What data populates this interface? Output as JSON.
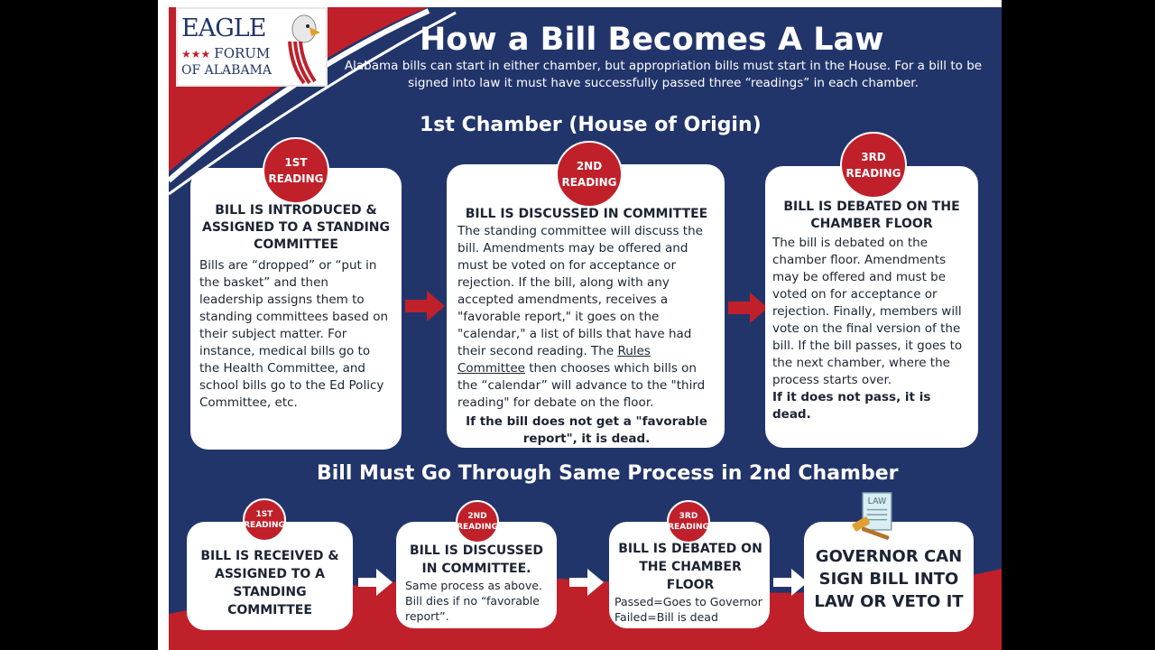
{
  "header": {
    "logo_line1": "EAGLE",
    "logo_stars": "★★★",
    "logo_line2": "FORUM",
    "logo_line3": "OF ALABAMA",
    "title": "How a Bill Becomes A Law",
    "subtitle": "Alabama bills can start in either chamber, but appropriation bills must start in the House.  For a bill to be signed into law it must have successfully passed three “readings” in each chamber."
  },
  "chamber1": {
    "heading": "1st Chamber (House of Origin)",
    "steps": [
      {
        "badge_num": "1ST",
        "badge_word": "READING",
        "title": "BILL IS INTRODUCED & ASSIGNED TO A STANDING COMMITTEE",
        "body": "Bills are “dropped” or “put in the basket” and then leadership assigns them to standing committees based on their subject matter. For instance, medical bills go to the Health Committee, and school bills go to the Ed Policy Committee, etc."
      },
      {
        "badge_num": "2ND",
        "badge_word": "READING",
        "title": "BILL IS DISCUSSED IN COMMITTEE",
        "body_a": "The standing committee will discuss the bill. Amendments may be offered and must be voted on for acceptance or rejection. If the bill, along with any accepted amendments, receives a \"favorable report,\" it goes on the \"calendar,\" a list of bills that have had their second reading. The ",
        "body_link": "Rules Committee",
        "body_b": " then chooses which bills on the “calendar” will advance to the \"third reading\" for debate on the floor.",
        "dead": "If the bill does not get a \"favorable report\", it is dead."
      },
      {
        "badge_num": "3RD",
        "badge_word": "READING",
        "title": "BILL IS DEBATED ON THE CHAMBER FLOOR",
        "body": "The bill is debated on the chamber floor. Amendments may be offered and must be voted on for acceptance or rejection. Finally, members will vote on the final version of the bill. If the bill passes, it goes to the next chamber, where the process starts over.",
        "dead": "If it does not pass, it is dead."
      }
    ]
  },
  "chamber2": {
    "heading": "Bill Must Go Through Same Process in 2nd Chamber",
    "steps": [
      {
        "badge_num": "1ST",
        "badge_word": "READING",
        "title": "BILL IS RECEIVED & ASSIGNED TO A STANDING COMMITTEE"
      },
      {
        "badge_num": "2ND",
        "badge_word": "READING",
        "title": "BILL IS DISCUSSED IN COMMITTEE.",
        "body": "Same process as above. Bill dies if no “favorable report”."
      },
      {
        "badge_num": "3RD",
        "badge_word": "READING",
        "title": "BILL IS DEBATED ON THE CHAMBER FLOOR",
        "passed": "Passed=Goes to Governor",
        "failed": "Failed=Bill is dead"
      }
    ],
    "final": "GOVERNOR CAN SIGN BILL INTO LAW OR VETO IT",
    "law_icon_label": "LAW"
  },
  "colors": {
    "navy": "#22356b",
    "red": "#c0202a",
    "white": "#ffffff"
  }
}
